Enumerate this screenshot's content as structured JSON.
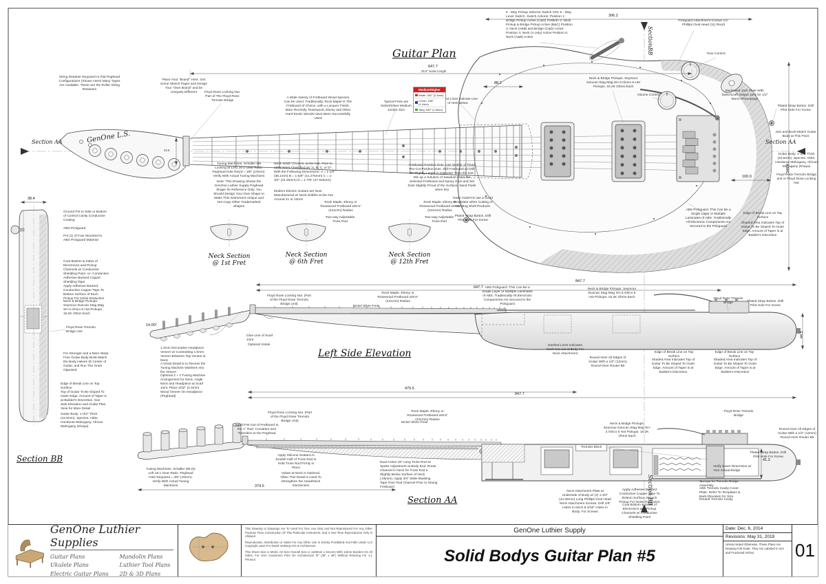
{
  "sheet": {
    "markers": {
      "left": "Section AA",
      "right": "Section AA",
      "top": "SectionBB",
      "bottom": "Section BB"
    }
  },
  "plan": {
    "title": "Guitar Plan",
    "headstock_brand": "GenOne L.S.",
    "notes": {
      "string_retainer": "String Retainer Required At Flat Peghead Configurations (Shown Here) Many Types Are Available. These are the Roller String Retainers",
      "brand_here": "Place Your \"Brand\" Here. Get Some Sketch Paper and Design Your \"Own Brand\" and be Uniquely Different",
      "locking_nut": "Floyd Rose Locking Nut. Part of The Floyd Rose Tremolo Bridge",
      "fretboard_species": "A Wide Variety of Fretboard Wood Species Can be Used. Traditionally, Rock Maple Is The Fretboard of Choice, with a Lacquer Finish. More Recently, Rosewood, Ebony and Other Hard Exotic Woods Have Been Successfully Used",
      "frets": "Typical Frets are Nickel/Silver Medium Jumbo Size",
      "heel": "Dashed Lines Indicate Line of Heel Below",
      "selector": "5 - Way Pickup Selector Switch CRL 5 - Way Lever Switch. Switch Actions:  Position 1: Bridge Pickup Active (C&D)  Position 2: Neck Pickup & Bridge Pickup Active (B&C)  Position 3: Neck (A&B) and Bridge (C&D) Active  Position 4: Neck (A only) Active  Position 5: Neck (A&B) Active",
      "pickguard_screws": "Pickguard Attachment Screws 1/2\" Phillips Oval Head (11) Req'd",
      "tone": "Tone Control",
      "volume": "Volume Control",
      "jack": "Recessed Jack Plate With Switchcraft Output Jack for 1/4\" Mono Phonoplugs",
      "strap": "Plated Strap Button. Drill Pilot Hole For Screw",
      "join": "Join and Buck-Match Guitar Body at This Point",
      "body_species": "Guitar Body: 1-3/4\" Thick (44.5mm). Species: Alder, Honduras Mahogany, African Mahogany (Khaya)",
      "floyd": "Floyd Rose Tremolo Bridge and or Floyd Rose Locking Nut",
      "pickups": "Neck & Bridge Pickups. Seymour Duncan Stag Mag SH-3 Alnico 5 Hot Pickups. 16.2K Ohms Each",
      "abs_pickguard": "ABS Pickguard. This Can Be a Single Layer or Multiple Laminates of ABS. Traditionally All Electronic Components Are Secured to the Pickguard",
      "break_line": "Edge of Break Line on Top Surface",
      "shaded": "Shaded Area Indicates Top of Guitar To Be Sloped To Outer Edge. Amount of Taper is at Builder's Discretion",
      "respirator": "Note! ALWAYS use a Good Respirator when Cutting or Sanding Shell Products",
      "position_dots": "Fretboard Position Dots. Use Mother of Pearl Pre-Cut Position Dots. Drill Fretboard w/ Drill Bit Slightly Larger in Diameter Than the Dot. Mix up a Solution of Sawdust From the Selected Fretboard and Epoxy Glue and Set Dots Slightly Proud of the Surface. Sand Flush when Dry",
      "neck_width": "Neck Width Choices: at the Nut. Prior to 1969 Were Classified as \"A, B, C, or D\". With the Following Dimensions:  A = 1-1/2\" (38.1mm)  B = 1-5/8\" (41.275mm)  C = 1-3/4\" (44.45mm)  D = 1-7/8\" (47.625mm)",
      "modern_width": "Modern Electric Guitars are Now Manufactured w/ Neck Widths at the Nut Around 41 or 43mm",
      "tuning_machines": "Tuning Machines. Schaller M6 Locking (6 Left) 16:1 Gear Ratio. Peghead Hole Req'd = 3/8\" (10mm). Verify With Actual Tuning Machines",
      "peghead_shape": "Note: This Drawing Shows the GenOne Luthier Supply Peghead Shape for Reference Only. You Should Design Your Own Shape to Make This Instrument Unique and Not Copy Other Trademarked Shapes"
    },
    "fret_spec": {
      "header": "Medium/Higher",
      "row1": "Width .092\" (2.3mm)",
      "row2": "Crown .048\" (1.2mm)",
      "row3": "Tang .062\" (1.6mm)"
    }
  },
  "neck_sections": {
    "radius_note": "Rock Maple, Ebony or Rosewood Fretboard w/9.5\" (241mm) Radius",
    "truss_note": "Two-way Adjustable Truss Rod",
    "label_line1": "Neck Section",
    "fret1": "@ 1st Fret",
    "fret6": "@ 6th Fret",
    "fret12": "@ 12th Fret"
  },
  "section_bb": {
    "title": "Section BB",
    "notes": {
      "ground_pot": "Ground Pot to Side or Bottom of Control Cavity Conductive Coating",
      "abs": "ABS Pickguard",
      "pot": "Pot (1) of Four Mounted to ABS Pickguard Material",
      "shielding": "Coat Bottom & Sides of Electronics and Pickup Channels w/ Conductive Shielding Paint -or- Conductive Adhesive Backed Copper Shielding Tape",
      "copper_tape": "Apply Adhesive Backed Conductive Copper Tape To Bottom Surface of Each Pickup For Noise Reduction",
      "pickups": "Neck & Bridge Pickups: Seymour Duncan Stag Mag SH-3 Alnico 5 Hot Pickups, 16.2K Ohms Each",
      "floyd_unit": "Floyd Rose Tremolo Bridge Unit",
      "bookmatch": "For Stronger and a More Warp-Free Guitar Body Book-Match the Body Halves @ Center of Guitar, and Run The Grain Opposed",
      "break_line": "Edge of Break Line on Top Surface",
      "taper": "Top of Guitar To Be Sloped To Outer Edge. Amount of Taper is at Builder's Discretion. See Side Elevation and Guitar Plan View for More Detail"
    }
  },
  "elevation": {
    "title": "Left Side Elevation",
    "notes": {
      "locking_nut": "Floyd Rose Locking Nut. (Part of the Floyd Rose Tremolo Bridge Unit)",
      "nickel_frets": "Nickel Silver Frets",
      "floyd_bridge": "Floyd Rose Tremelo Bridge",
      "neck_cutout": "Dashed Lines Indicates Neck Cut-out at Body For Neck Attachment",
      "roundover": "Round-Over All Edges of Guitar With a 1/2\" (12mm) Round-Over Router Bit",
      "veneer": "1.2mm Decorative Headpiece Veneer w/ Contrasting 1.5mm Veneer Between Top Veneer & Neck",
      "washers": "A Great Detail is to Recess the Tuning Machine Washers Into the Veneer",
      "scarf_option": "Optional 2 + 2 Tuning Machine Arrangement for Neck. Angle Neck and Headpiece at Scarf Joint. Place 3/32\" (2.4mm) Wood Veneer On Headpiece (Peghead)",
      "glue_line": "Glue Line of Scarf Joint",
      "volute": "Optional Volute",
      "angle": "14.00°"
    }
  },
  "section_aa": {
    "title": "Section AA",
    "notes": {
      "sand_fret": "Sand Fret Out of Fretboard to the 1° Rad. Curvature and Transition to the Peghead",
      "silicone": "Apply Silicone Sealant At Double Half of Truss Rod to Hold Truss Rod Firmly in Place",
      "truss_rod": "Dual Action 18\" Long Truss Rod w/ Spoke Adjustment at Body End. Route Channel in Neck for Truss Rod a Slightly Below Surface of Neck (.05mm). Apply 3/4\" Wide Masking Tape Over Rod Channel Prior to Gluing Fretboard",
      "tuning_machines": "Tuning Machines. Schaller M6 (6) Left 16:1 Gear Ratio. Peghead Hole Required = 3/8\" (10mm). Verify With Actual Tuning Machines",
      "volute": "Volute at Neck is Optional. Often This Detail is Used To Strengthen the Head/Neck Intersection",
      "neck_plate": "Neck Attachment Plate at Underside of Body w/ (4) 1-3/4\" (44.45mm) Long Phillips Oval Head Neck Attachment Screws. Drill 1/8\" Holes In Neck & 3/16\" Holes In Body. For Screws",
      "shielding": "Coat Bottom & Sides of Electronics and Pickup Channels w/ Conductive Shielding Paint",
      "springs": "Springs for Tremolo Bridge Assembly",
      "cover_plate": "ABS Tremolo Cavity Cover Plate. Refer To Templates & Back Elevation for Size",
      "routed_cavity": "Routed Tremolo Cavity",
      "verify": "Verify Exact Dimension w/ Your Actual Bridge",
      "tremolo_block": "Tremolo Block"
    }
  },
  "dims": {
    "scale_value": "647.7",
    "scale_label": "25.5\" Scale Length",
    "d396": "396.2",
    "d882": "88.2",
    "d445": "44.5",
    "d3484": "348.4",
    "d1000": "100.0",
    "d384": "38.4",
    "d8477": "847.7",
    "d4755": "475.5",
    "d3745": "374.5",
    "d413": "41.3",
    "thickness": "44.5"
  },
  "title_block": {
    "brand": "GenOne Luthier Supplies",
    "categories_col1": [
      "Guitar Plans",
      "Ukulele Plans",
      "Electric Guitar Plans"
    ],
    "categories_col2": [
      "Mandolin Plans",
      "Luthier Tool Plans",
      "2D & 3D Plans"
    ],
    "legal1": "This Drawing or Drawings Are To Used For One Use Only And Not Reproduced For Any Other Purpose Than Construction Of This Particular Instrument, and a One-Time Reproduction Only is Allowed",
    "legal2": "Reproduction, Distribution or Sales For Any Other Use Is Strictly Prohibited And Falls Under U.S Copyright Laws For David VerBurg Arts & Architecture",
    "legal3": "This Sheet Size is Metric A0 Size Overall Size is 1189mm x 841mm With 13mm Borders On All Sides. For USA Customers Print On Architectural \"E\" (36\" x 48\") Without Resizing For 1:1 Printout",
    "company": "GenOne Luthier Supply",
    "sheet_title": "Solid Bodys Guitar Plan #5",
    "date": "Date: Dec. 6, 2014",
    "revisions": "Revisions: May 31, 2019",
    "scale_note": "Unless Noted Otherwise, These Plans Are Drawing Full Scale. They Are Labeled In mm and Fractional Inches.",
    "sheet_number": "01"
  }
}
